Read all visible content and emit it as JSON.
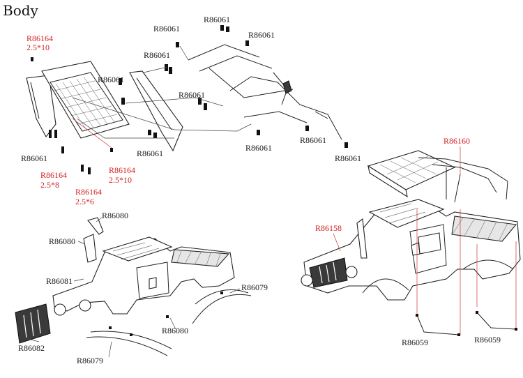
{
  "title": "Body",
  "labels": {
    "rack_screw_a": "R86164",
    "rack_screw_a_size": "2.5*10",
    "rack_screw_b": "R86164",
    "rack_screw_b_size": "2.5*10",
    "rack_screw_c": "R86164",
    "rack_screw_c_size": "2.5*8",
    "rack_screw_d": "R86164",
    "rack_screw_d_size": "2.5*6",
    "screw_1": "R86061",
    "screw_2": "R86061",
    "screw_3": "R86061",
    "screw_4": "R86061",
    "screw_5": "R86061",
    "screw_6": "R86061",
    "screw_7": "R86061",
    "screw_8": "R86061",
    "screw_9": "R86061",
    "screw_10": "R86061",
    "screw_11": "R86061",
    "roof_rack_assembly": "R86160",
    "body_assembly": "R86158",
    "snorkel_top": "R86080",
    "snorkel_side": "R86080",
    "snorkel_base": "R86080",
    "body_shell": "R86081",
    "grille": "R86082",
    "fender_rear": "R86079",
    "fender_front": "R86079",
    "body_pin_left": "R86059",
    "body_pin_right": "R86059"
  },
  "colors": {
    "part_number_black": "#1a1a1a",
    "part_number_red": "#d42020"
  }
}
